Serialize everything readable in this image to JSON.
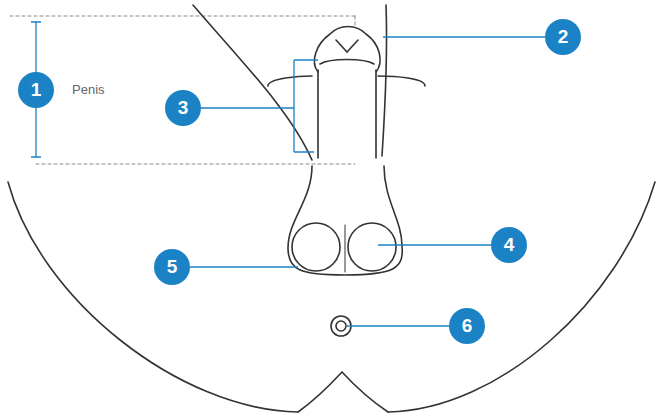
{
  "diagram": {
    "labels": [
      "2",
      "1",
      "Penis",
      "3",
      "5",
      "4",
      "6"
    ]
  }
}
